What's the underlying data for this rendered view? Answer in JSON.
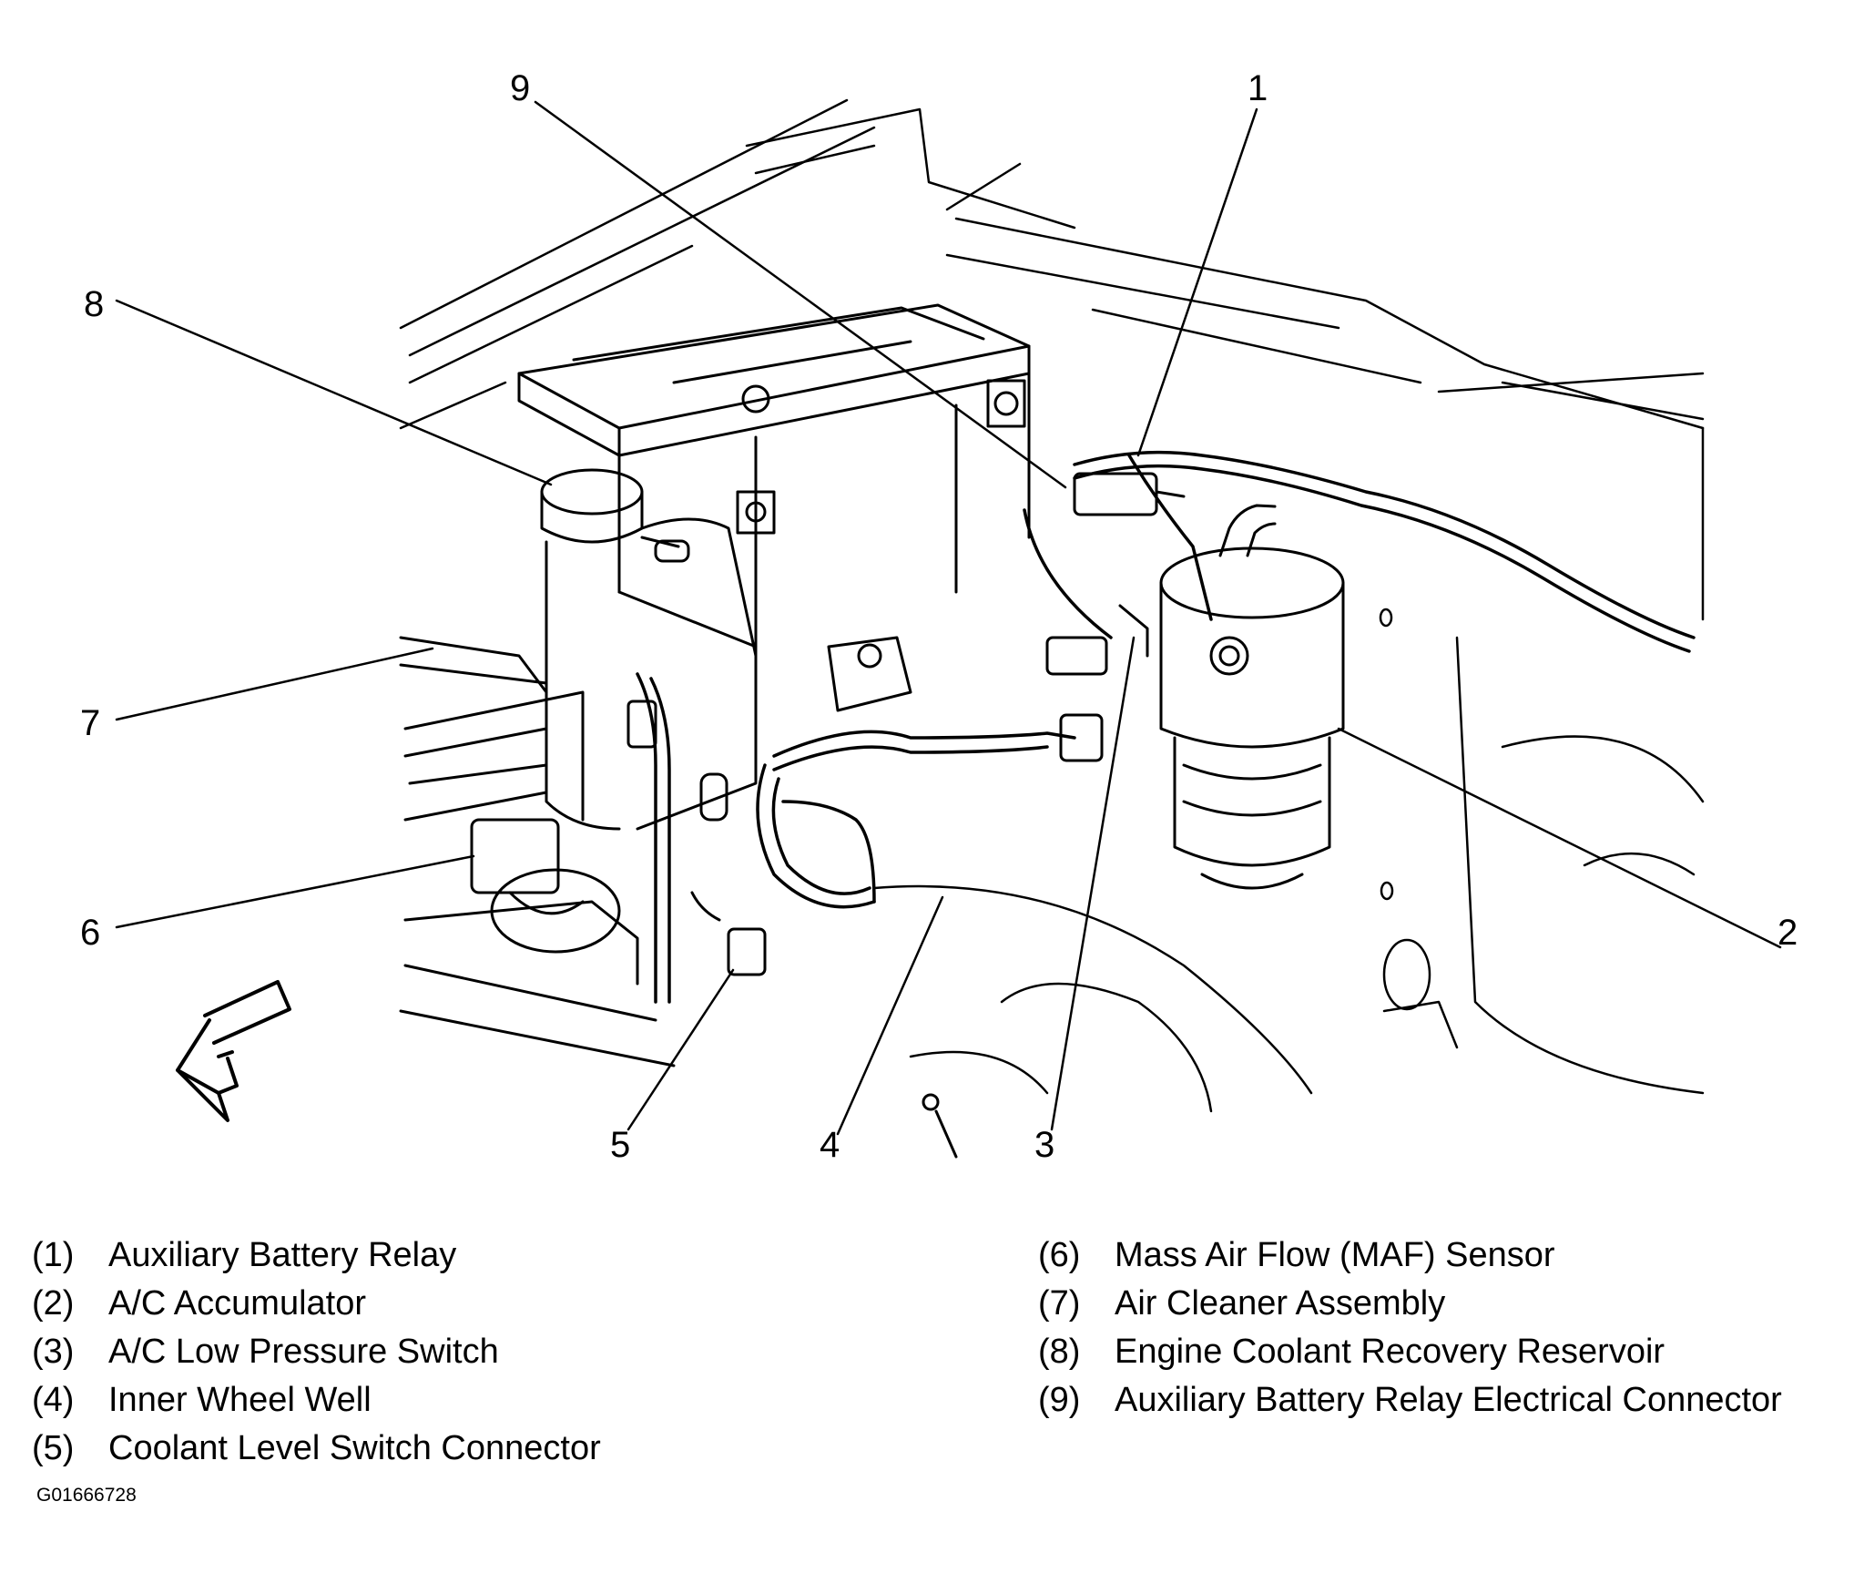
{
  "callouts": [
    "1",
    "2",
    "3",
    "4",
    "5",
    "6",
    "7",
    "8",
    "9"
  ],
  "legend_left": [
    {
      "num": "(1)",
      "text": "Auxiliary Battery Relay"
    },
    {
      "num": "(2)",
      "text": "A/C Accumulator"
    },
    {
      "num": "(3)",
      "text": "A/C Low Pressure Switch"
    },
    {
      "num": "(4)",
      "text": "Inner Wheel Well"
    },
    {
      "num": "(5)",
      "text": "Coolant Level Switch Connector"
    }
  ],
  "legend_right": [
    {
      "num": "(6)",
      "text": "Mass Air Flow (MAF) Sensor"
    },
    {
      "num": "(7)",
      "text": "Air Cleaner Assembly"
    },
    {
      "num": "(8)",
      "text": "Engine Coolant Recovery Reservoir"
    },
    {
      "num": "(9)",
      "text": "Auxiliary Battery Relay Electrical Connector"
    }
  ],
  "figure_id": "G01666728"
}
